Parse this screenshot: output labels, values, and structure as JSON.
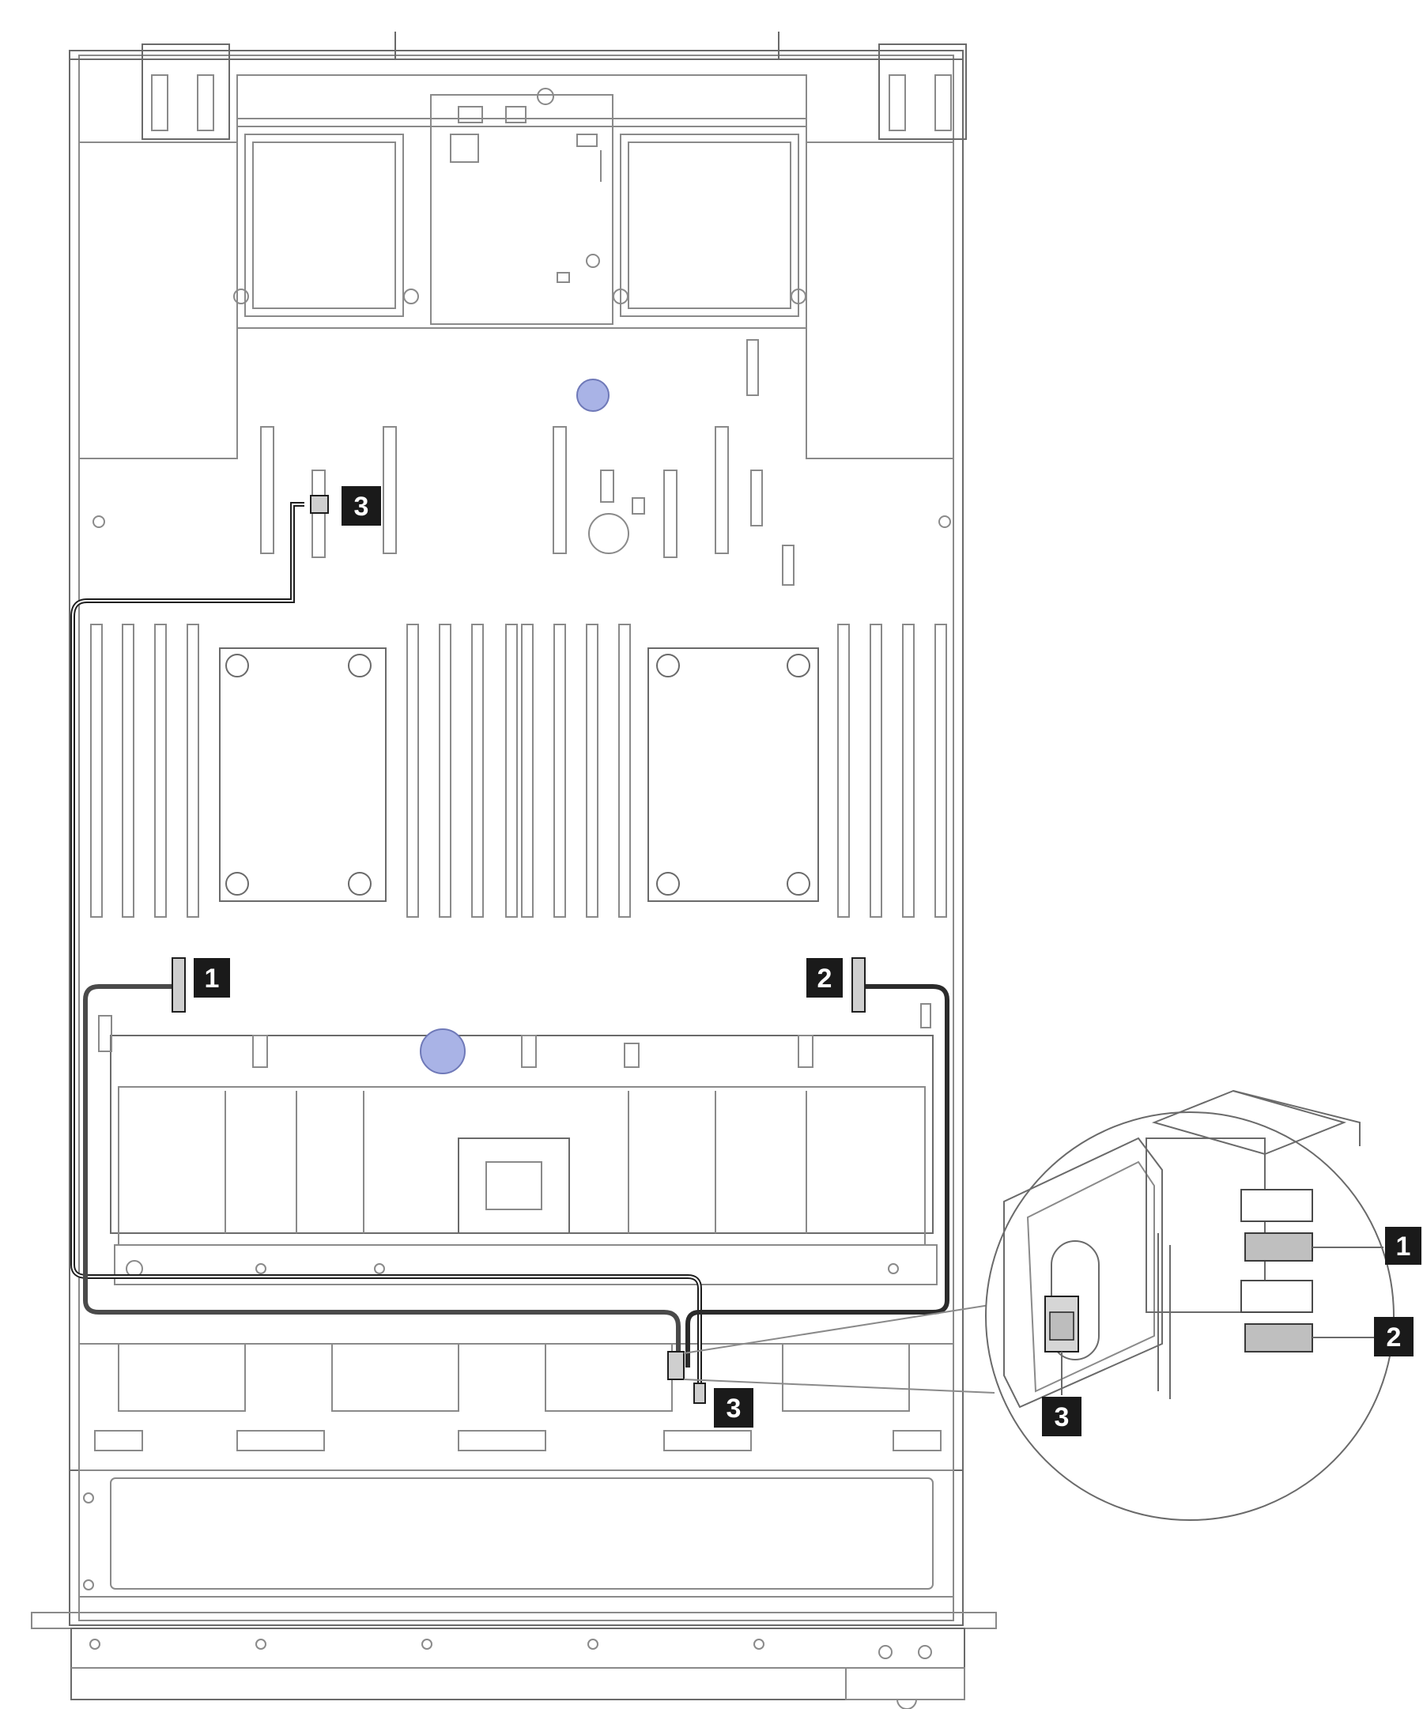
{
  "callouts": [
    {
      "id": "1",
      "label": "1"
    },
    {
      "id": "2",
      "label": "2"
    },
    {
      "id": "3",
      "label": "3"
    }
  ],
  "colors": {
    "cable_dark": "#1e1e1e",
    "cable_mid": "#4a4a4a",
    "outline": "#8a8a8a",
    "callout_fill": "#1a1a1a",
    "connector_fill": "#cfcfcf",
    "screw_blue": "#a9b3e6"
  }
}
